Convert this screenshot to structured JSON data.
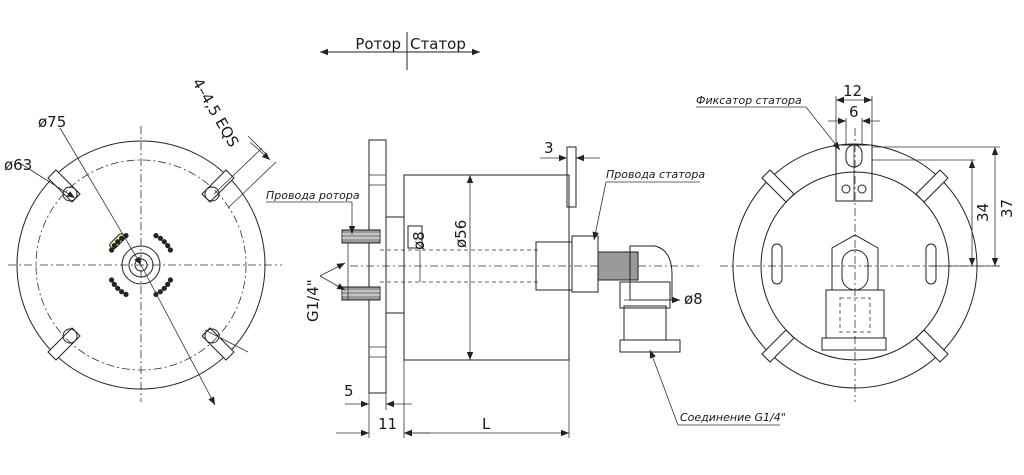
{
  "colors": {
    "body": "#fbe79a",
    "body_dark": "#f2d27a",
    "line": "#222222",
    "background": "#ffffff"
  },
  "header": {
    "rotor": "Ротор",
    "stator": "Статор"
  },
  "left_view": {
    "dia_75": "ø75",
    "dia_63": "ø63",
    "holes": "4–4,5 EQS"
  },
  "middle_view": {
    "rotor_wires": "Провода ротора",
    "stator_wires": "Провода статора",
    "dim_3": "3",
    "dim_8_shaft": "ø8",
    "dim_56": "ø56",
    "thread": "G1/4\"",
    "dim_8_fitting": "ø8",
    "dim_5": "5",
    "dim_11": "11",
    "dim_L": "L",
    "connection": "Соединение G1/4\""
  },
  "right_view": {
    "stator_fixer": "Фиксатор статора",
    "dim_12": "12",
    "dim_6": "6",
    "dim_34": "34",
    "dim_37": "37"
  }
}
